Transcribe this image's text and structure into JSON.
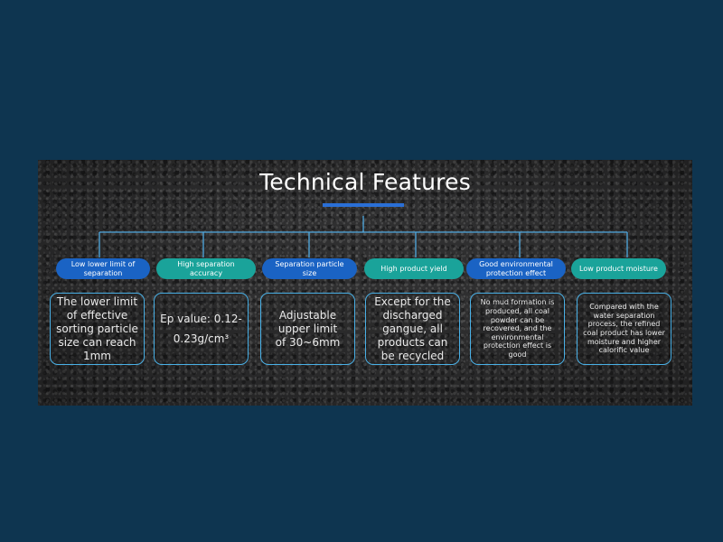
{
  "title": "Technical Features",
  "colors": {
    "blue_pill": "#1a63c4",
    "teal_pill": "#1aa39a",
    "box_border": "#49b0e6",
    "line": "#4fa9e0",
    "background": "#0e3550"
  },
  "features": [
    {
      "label": "Low lower limit of separation",
      "style": "blue",
      "description": "The lower limit of effective sorting particle size can reach 1mm"
    },
    {
      "label": "High separation accuracy",
      "style": "teal",
      "description": "Ep value: 0.12-0.23g/cm³"
    },
    {
      "label": "Separation particle size",
      "style": "blue",
      "description": "Adjustable upper limit of 30~6mm"
    },
    {
      "label": "High product yield",
      "style": "teal",
      "description": "Except for the discharged gangue, all products can be recycled"
    },
    {
      "label": "Good environmental protection effect",
      "style": "blue",
      "description": "No mud formation is produced, all coal powder can be recovered, and the environmental protection effect is good"
    },
    {
      "label": "Low product moisture",
      "style": "teal",
      "description": "Compared with the water separation process, the refined coal product has lower moisture and higher calorific value"
    }
  ]
}
